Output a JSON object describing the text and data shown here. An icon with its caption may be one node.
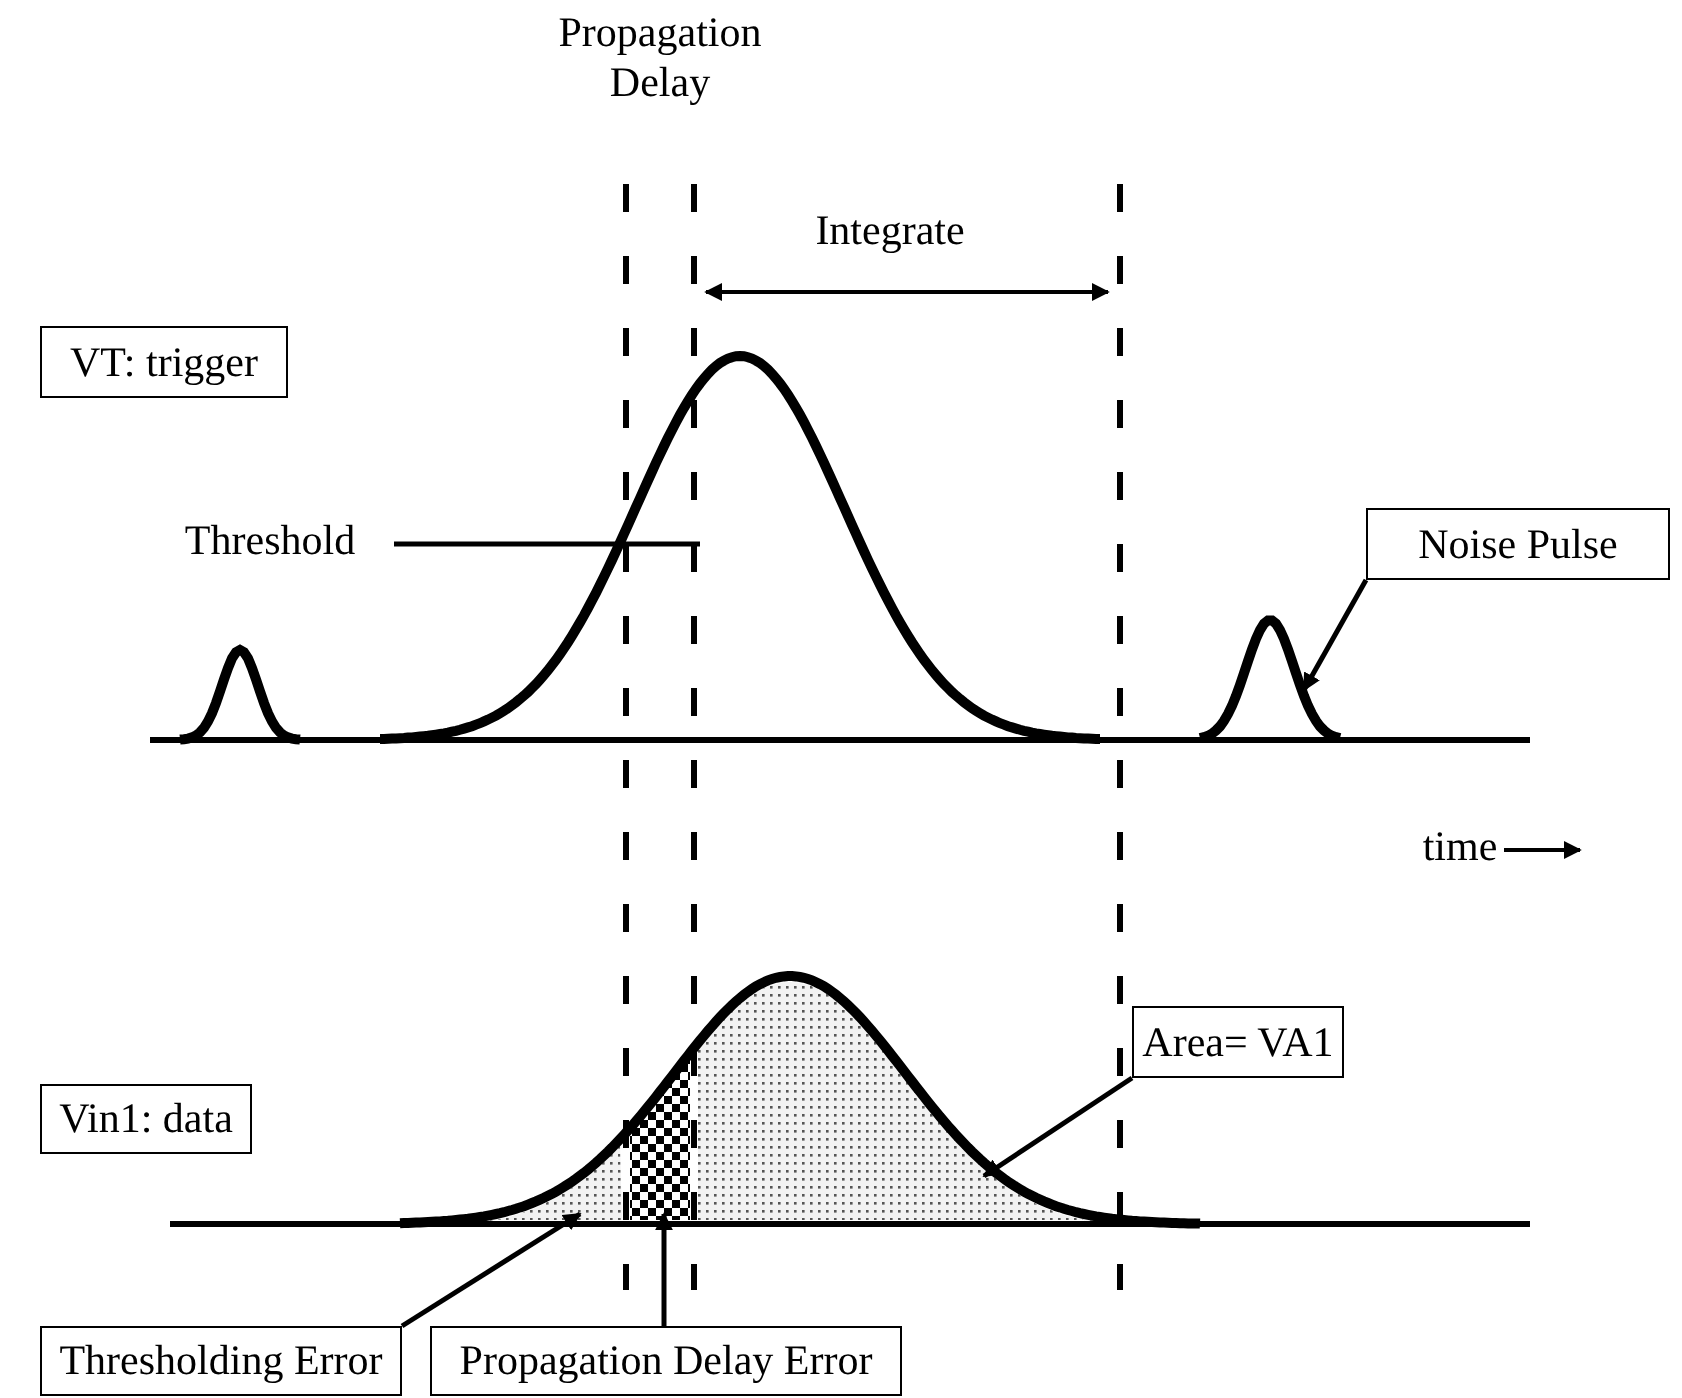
{
  "diagram": {
    "nodes": [
      {
        "text": [
          "VT: trigger"
        ]
      },
      {
        "text": [
          "Noise Pulse"
        ]
      },
      {
        "text": [
          "Vin1: data"
        ]
      },
      {
        "text": [
          "Area= VA1"
        ]
      },
      {
        "text": [],
        "shape": "area"
      },
      {
        "text": [
          "Thresholding Error"
        ]
      },
      {
        "text": [
          "Propagation Delay Error"
        ]
      },
      {
        "text": [],
        "shape": "area"
      },
      {
        "text": [],
        "shape": "area"
      },
      {
        "text": [],
        "shape": "pulse"
      }
    ],
    "edges": [
      {
        "from": 1,
        "to": 9,
        "arrow": "to"
      },
      {
        "from": 3,
        "to": 4,
        "arrow": "to"
      },
      {
        "from": 5,
        "to": 7,
        "arrow": "to"
      },
      {
        "from": 6,
        "to": 8,
        "arrow": "to"
      }
    ],
    "labels": [
      "Propagation Delay",
      "Integrate",
      "Threshold",
      "time"
    ]
  }
}
